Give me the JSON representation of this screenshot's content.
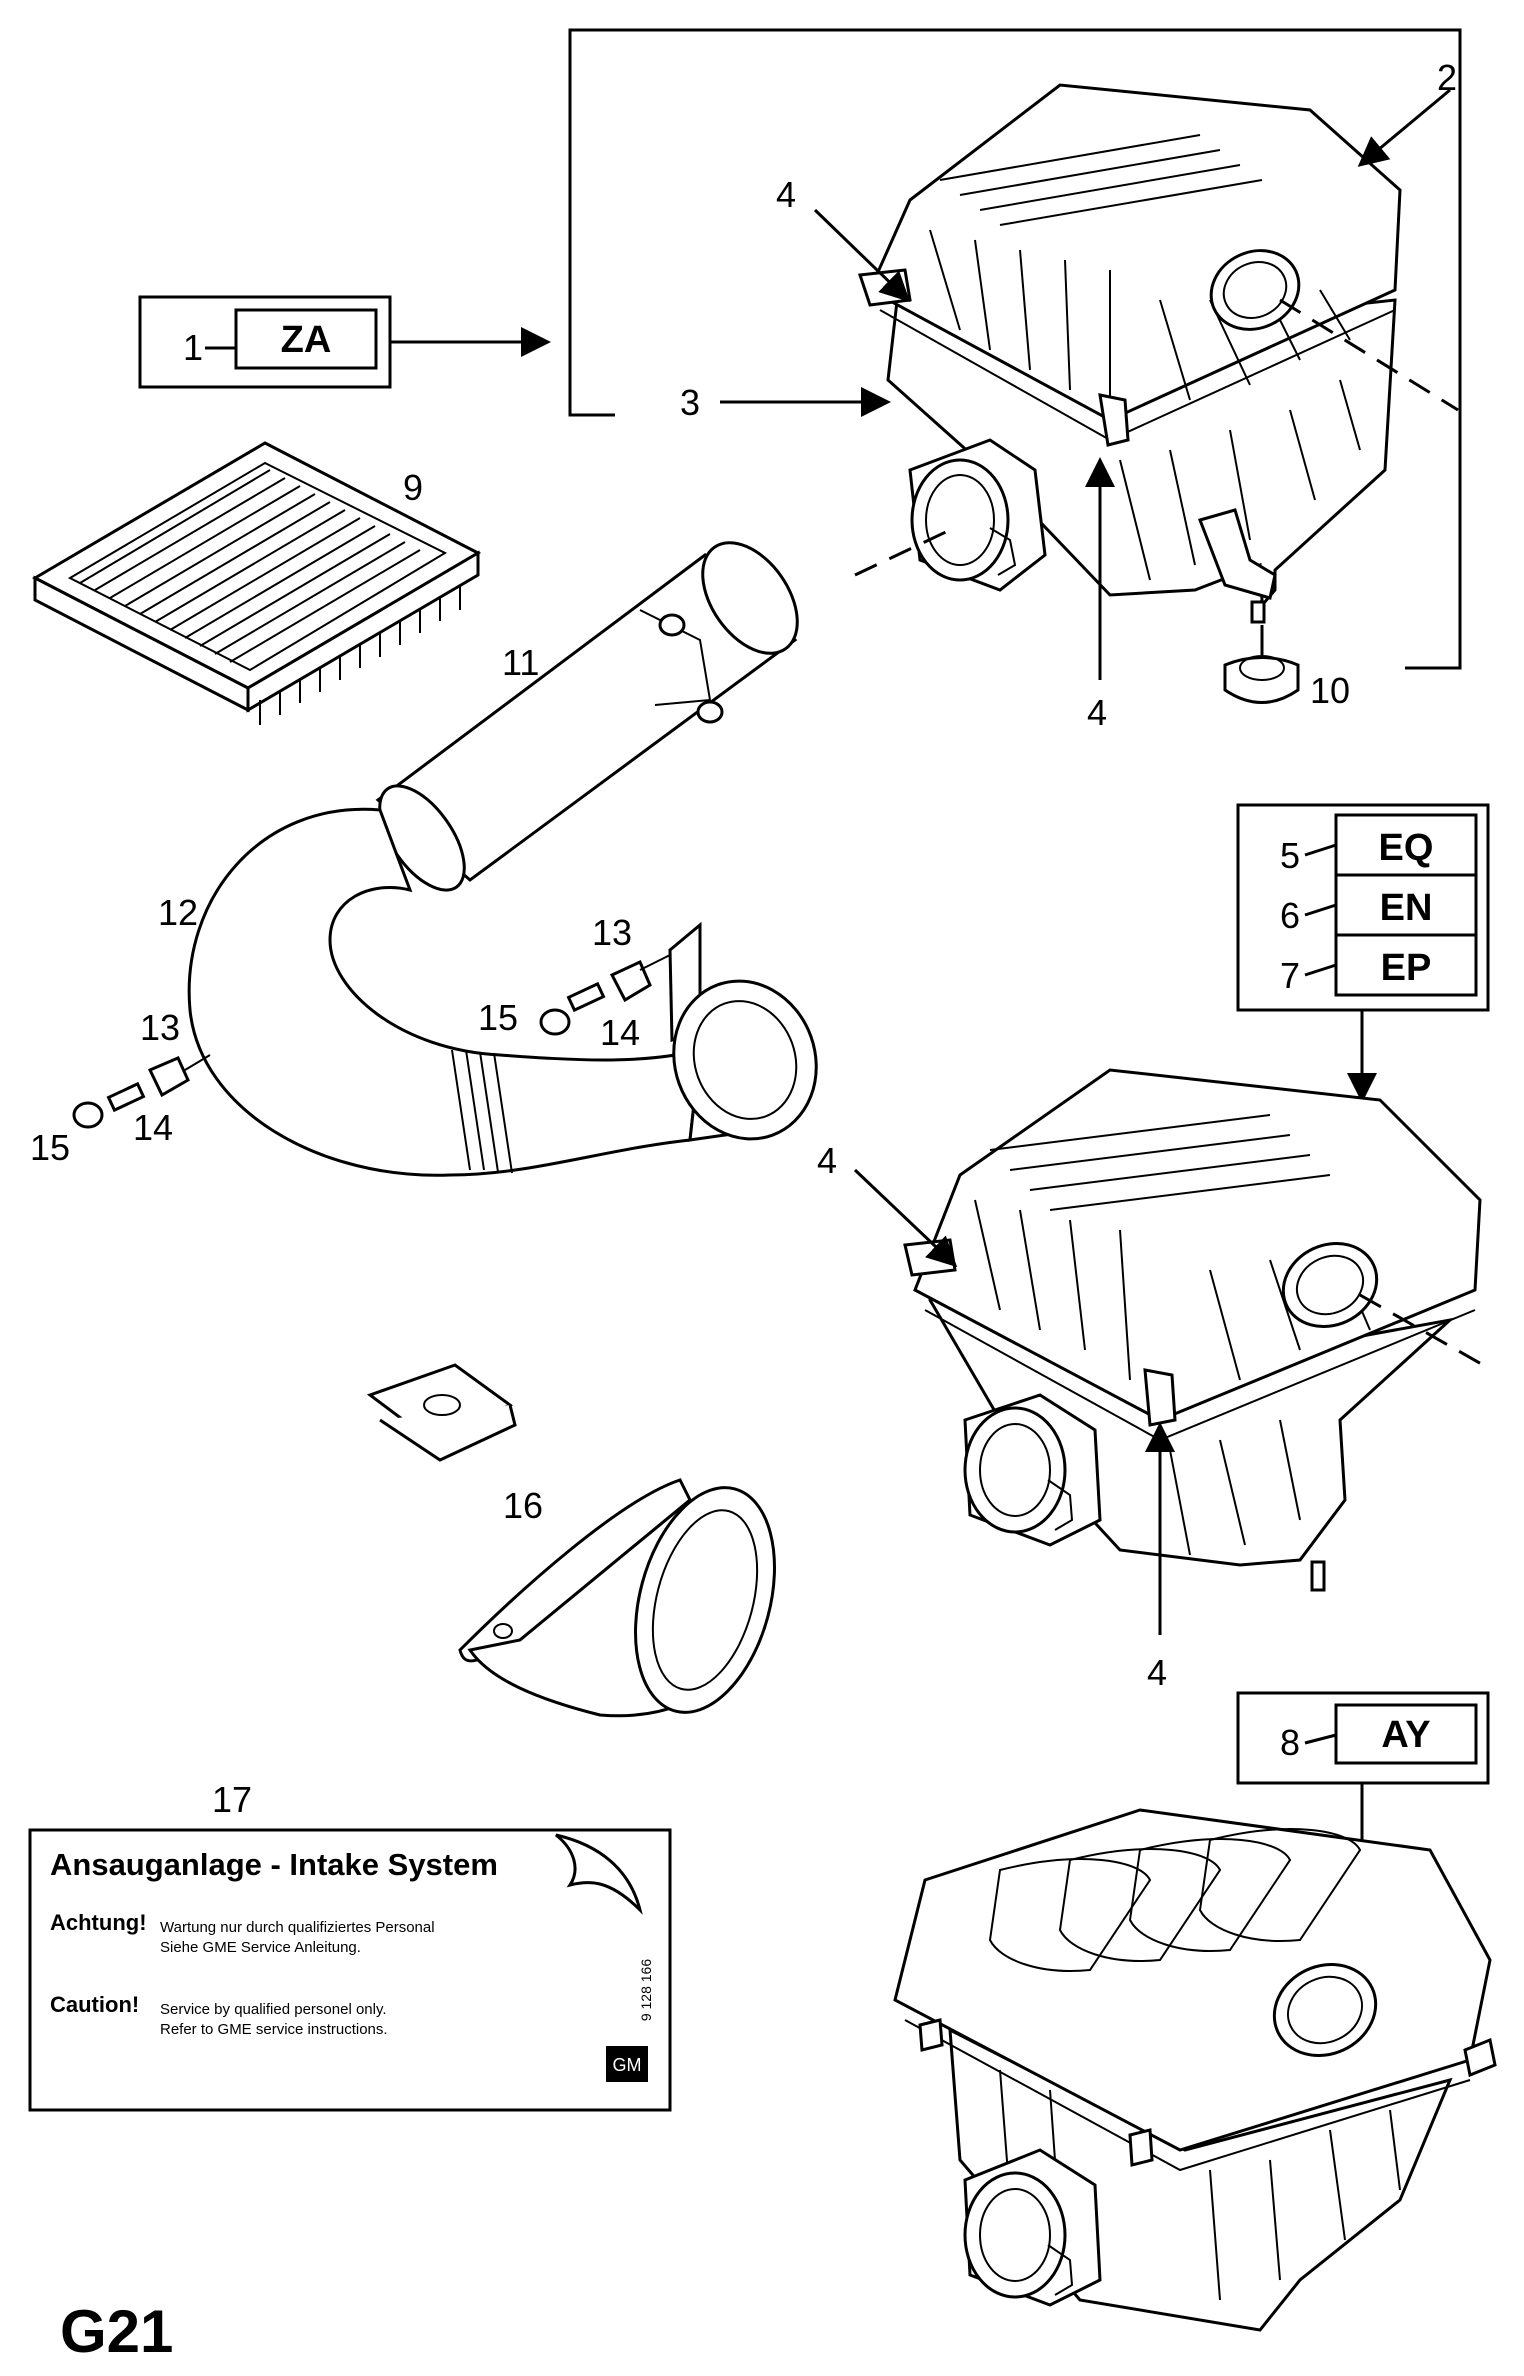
{
  "page_code": "G21",
  "callouts": {
    "c1": "1",
    "c2": "2",
    "c3": "3",
    "c4a": "4",
    "c4b": "4",
    "c4c": "4",
    "c4d": "4",
    "c5": "5",
    "c6": "6",
    "c7": "7",
    "c8": "8",
    "c9": "9",
    "c10": "10",
    "c11": "11",
    "c12": "12",
    "c13a": "13",
    "c13b": "13",
    "c14a": "14",
    "c14b": "14",
    "c15a": "15",
    "c15b": "15",
    "c16": "16",
    "c17": "17"
  },
  "variant_codes": {
    "za": "ZA",
    "eq": "EQ",
    "en": "EN",
    "ep": "EP",
    "ay": "AY"
  },
  "label": {
    "title": "Ansauganlage - Intake System",
    "achtung_head": "Achtung!",
    "achtung_line1": "Wartung nur durch qualifiziertes Personal",
    "achtung_line2": "Siehe GME Service Anleitung.",
    "caution_head": "Caution!",
    "caution_line1": "Service by qualified personel only.",
    "caution_line2": "Refer to GME service instructions.",
    "part_number": "9 128 166",
    "logo": "GM"
  }
}
